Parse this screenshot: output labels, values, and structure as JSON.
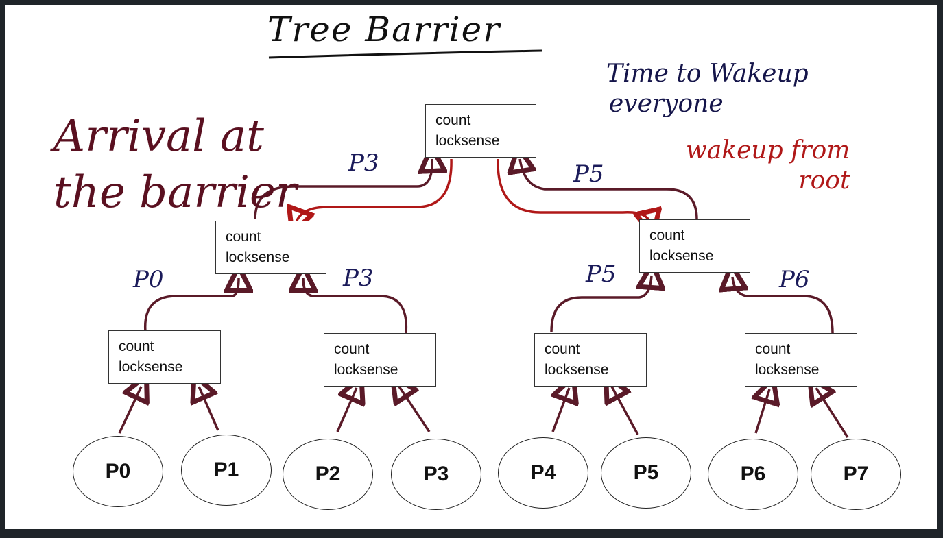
{
  "diagram": {
    "title": "Tree Barrier",
    "left_note": [
      "Arrival at",
      "the barrier"
    ],
    "right_note": [
      "Time to Wakeup",
      "everyone"
    ],
    "right_note_red": [
      "wakeup from",
      "root"
    ],
    "node_fields": [
      "count",
      "locksense"
    ],
    "processors": [
      "P0",
      "P1",
      "P2",
      "P3",
      "P4",
      "P5",
      "P6",
      "P7"
    ],
    "arrow_labels": {
      "root_left": "P3",
      "root_right": "P5",
      "mid_left_a": "P0",
      "mid_left_b": "P3",
      "mid_right_a": "P5",
      "mid_right_b": "P6"
    },
    "colors": {
      "arrival_arrow": "#5a1a28",
      "wakeup_arrow": "#b01818",
      "label_ink": "#1b1b5a"
    }
  }
}
